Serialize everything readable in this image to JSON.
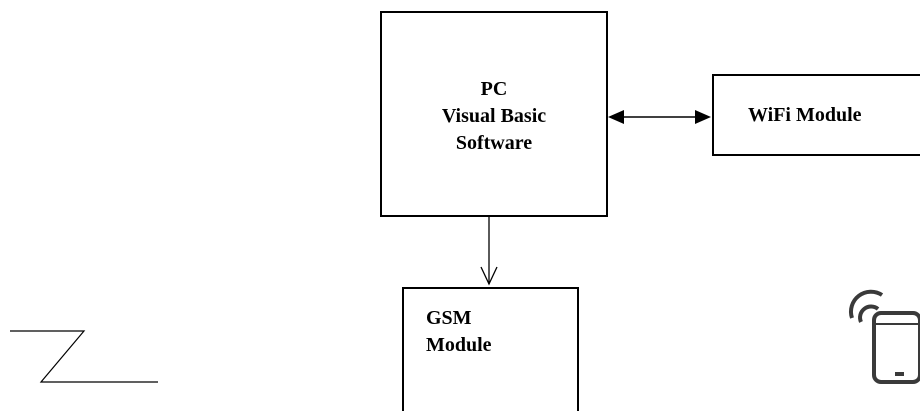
{
  "diagram": {
    "nodes": {
      "pc": {
        "lines": [
          "PC",
          "Visual Basic",
          "Software"
        ]
      },
      "wifi": {
        "label": "WiFi Module"
      },
      "gsm": {
        "lines": [
          "GSM",
          "Module"
        ]
      }
    },
    "edges": [
      {
        "from": "pc",
        "to": "wifi",
        "style": "bidirectional-arrow"
      },
      {
        "from": "pc",
        "to": "gsm",
        "style": "open-arrow"
      }
    ],
    "icons": {
      "phone": "smartphone-wifi-icon",
      "signal": "signal-line-icon"
    },
    "colors": {
      "stroke": "#000000",
      "background": "#ffffff",
      "icon": "#3a3a3a"
    }
  }
}
